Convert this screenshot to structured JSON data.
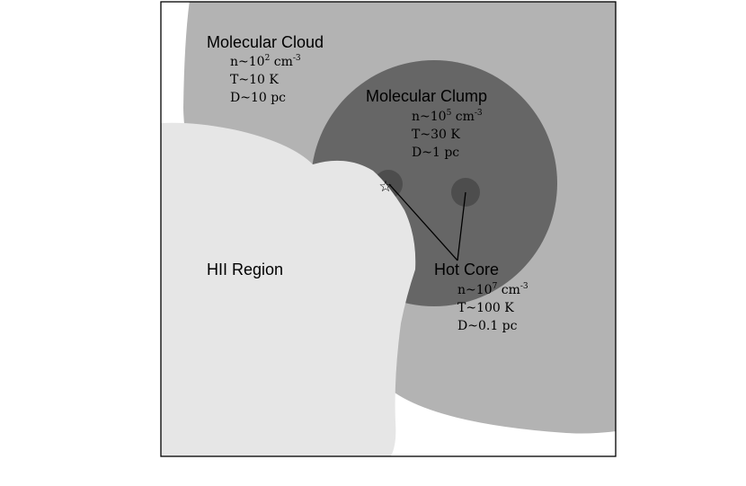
{
  "colors": {
    "background": "#ffffff",
    "molecular_cloud": "#b3b3b3",
    "molecular_clump": "#666666",
    "hot_core": "#4d4d4d",
    "hii_region": "#e6e6e6",
    "border": "#000000"
  },
  "regions": {
    "molecular_cloud": {
      "title": "Molecular Cloud",
      "density_base": "n~10",
      "density_exp": "2",
      "density_unit": "cm",
      "density_unit_exp": "-3",
      "temperature": "T~10 K",
      "size": "D~10 pc"
    },
    "molecular_clump": {
      "title": "Molecular Clump",
      "density_base": "n~10",
      "density_exp": "5",
      "density_unit": "cm",
      "density_unit_exp": "-3",
      "temperature": "T~30 K",
      "size": "D~1 pc"
    },
    "hot_core": {
      "title": "Hot Core",
      "density_base": "n~10",
      "density_exp": "7",
      "density_unit": "cm",
      "density_unit_exp": "-3",
      "temperature": "T~100 K",
      "size": "D~0.1 pc"
    },
    "hii_region": {
      "title": "HII Region"
    }
  },
  "icons": {
    "star": "star-icon"
  }
}
